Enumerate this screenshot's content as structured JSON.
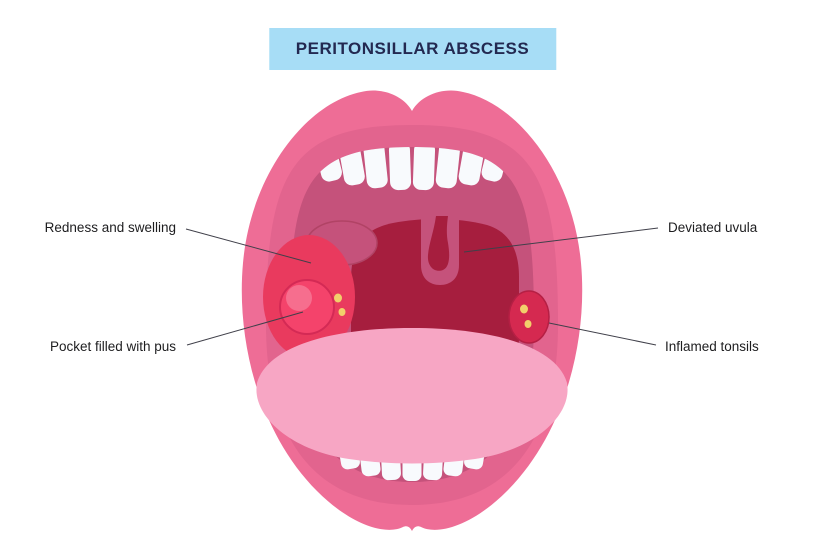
{
  "title": {
    "text": "PERITONSILLAR ABSCESS"
  },
  "labels": {
    "redness": "Redness and swelling",
    "pocket": "Pocket filled with pus",
    "uvula": "Deviated uvula",
    "tonsils": "Inflamed tonsils"
  },
  "colors": {
    "background": "#ffffff",
    "banner-bg": "#a7ddf6",
    "title-text": "#232951",
    "label-text": "#1d1d1f",
    "line": "#40404a",
    "lip": "#ee6d96",
    "inner-lip": "#e2648e",
    "cavity": "#c5527b",
    "throat": "#a61e3e",
    "red-region": "#e93a5e",
    "abscess": "#f4436b",
    "abscess-light": "#f66e8e",
    "abscess-stroke": "#d42a55",
    "pus": "#f2cf6b",
    "tonsil": "#d52950",
    "tonsil-stroke": "#b51f44",
    "bump-stroke": "#b14365",
    "tongue": "#f7a6c4",
    "teeth": "#f8fafd"
  }
}
